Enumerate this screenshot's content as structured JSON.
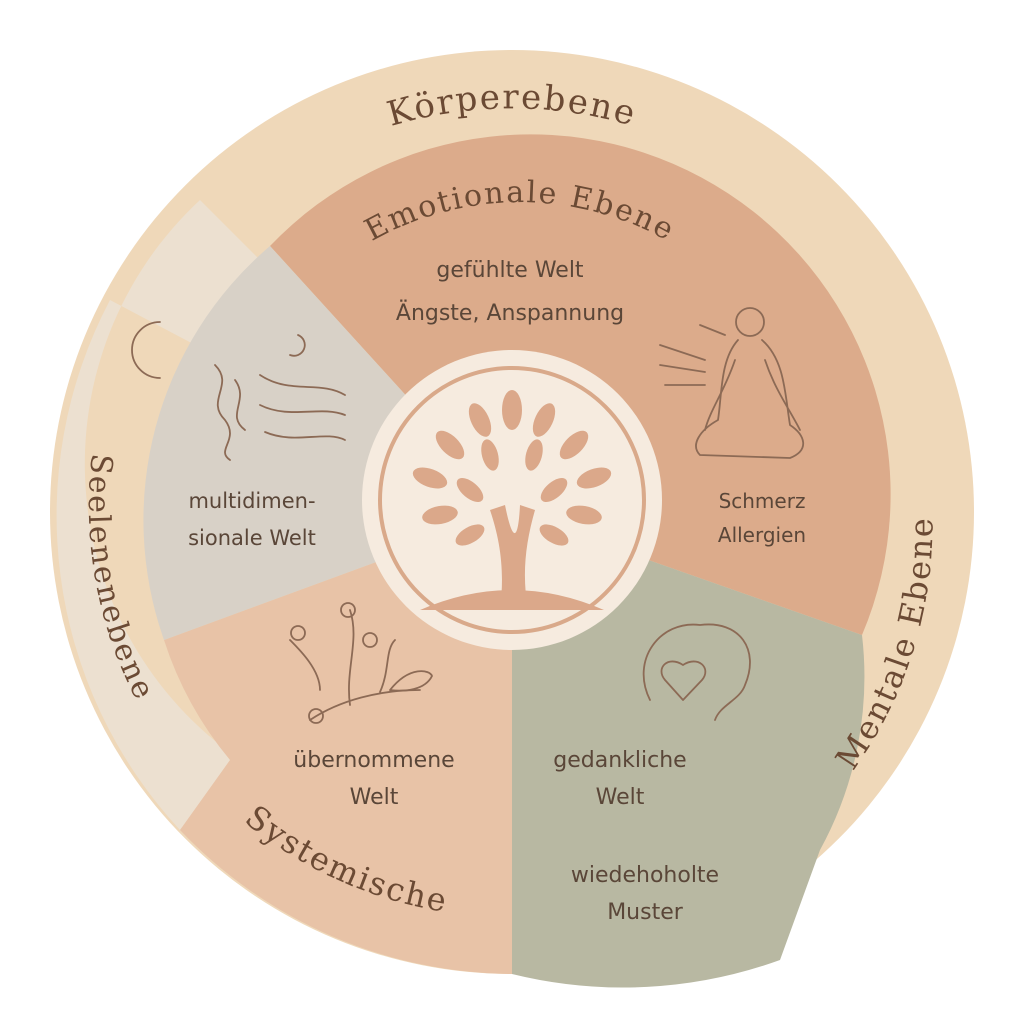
{
  "outer_ring": {
    "top": "Körperebene",
    "right": "Mentale Ebene",
    "left": "Seelenenebene",
    "bottom_left": "Systemische"
  },
  "emotional": {
    "title": "Emotionale Ebene",
    "line1": "gefühlte Welt",
    "line2": "Ängste, Anspannung",
    "side1": "Schmerz",
    "side2": "Allergien"
  },
  "multidimensional": {
    "line1": "multidimen-",
    "line2": "sionale Welt"
  },
  "inherited": {
    "line1": "übernommene",
    "line2": "Welt"
  },
  "mental": {
    "line1": "gedankliche",
    "line2": "Welt",
    "line3": "wiedehoholte",
    "line4": "Muster"
  },
  "icons": [
    "tree-of-life-icon",
    "meditation-figure-icon",
    "moon-icon",
    "wind-icon",
    "branch-icon",
    "heart-head-icon"
  ],
  "colors": {
    "outer": "#efd8b9",
    "soul": "#ece0d0",
    "emotional": "#dcab8b",
    "multidimensional": "#d8d1c7",
    "inherited": "#e8c3a7",
    "mental": "#b8b8a2",
    "center": "#f6ebdf",
    "text": "#6b4a34"
  }
}
